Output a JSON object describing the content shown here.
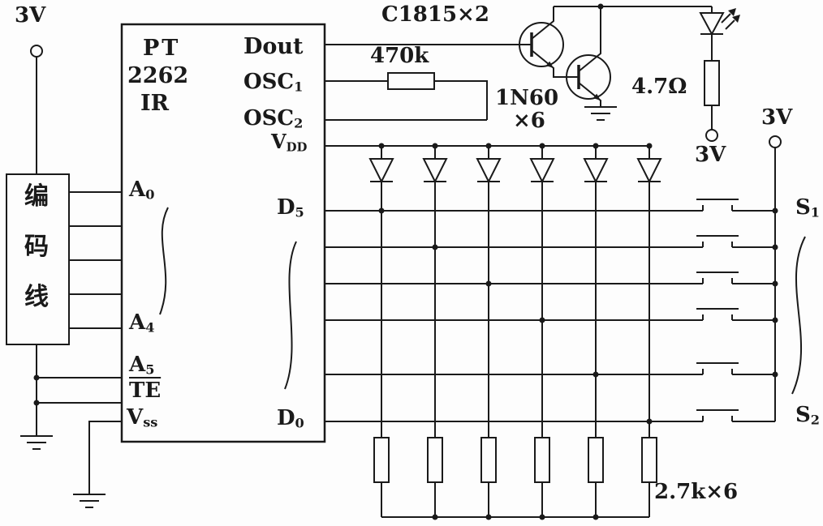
{
  "colors": {
    "ink": "#1a1a1a",
    "bg": "#fdfdfd"
  },
  "labels": {
    "vcc_top_left": "3V",
    "encoder_box": [
      "编",
      "码",
      "线"
    ],
    "ic_name": [
      "PT",
      "2262",
      "IR"
    ],
    "pin_dout": "Dout",
    "pin_osc1": {
      "base": "OSC",
      "sub": "1"
    },
    "pin_osc2": {
      "base": "OSC",
      "sub": "2"
    },
    "pin_vdd": {
      "base": "V",
      "sub": "DD"
    },
    "pin_d5": {
      "base": "D",
      "sub": "5"
    },
    "pin_d0": {
      "base": "D",
      "sub": "0"
    },
    "pin_a0": {
      "base": "A",
      "sub": "0"
    },
    "pin_a4": {
      "base": "A",
      "sub": "4"
    },
    "pin_a5": {
      "base": "A",
      "sub": "5"
    },
    "pin_te": "TE",
    "pin_vss": {
      "base": "V",
      "sub": "ss"
    },
    "r_osc": "470k",
    "q_label": "C1815×2",
    "d_label_line1": "1N60",
    "d_label_line2": "×6",
    "r_led": "4.7Ω",
    "vcc_led": "3V",
    "vcc_right": "3V",
    "sw_first": {
      "base": "S",
      "sub": "1"
    },
    "sw_last": {
      "base": "S",
      "sub": "2"
    },
    "r_pull": "2.7k×6"
  }
}
